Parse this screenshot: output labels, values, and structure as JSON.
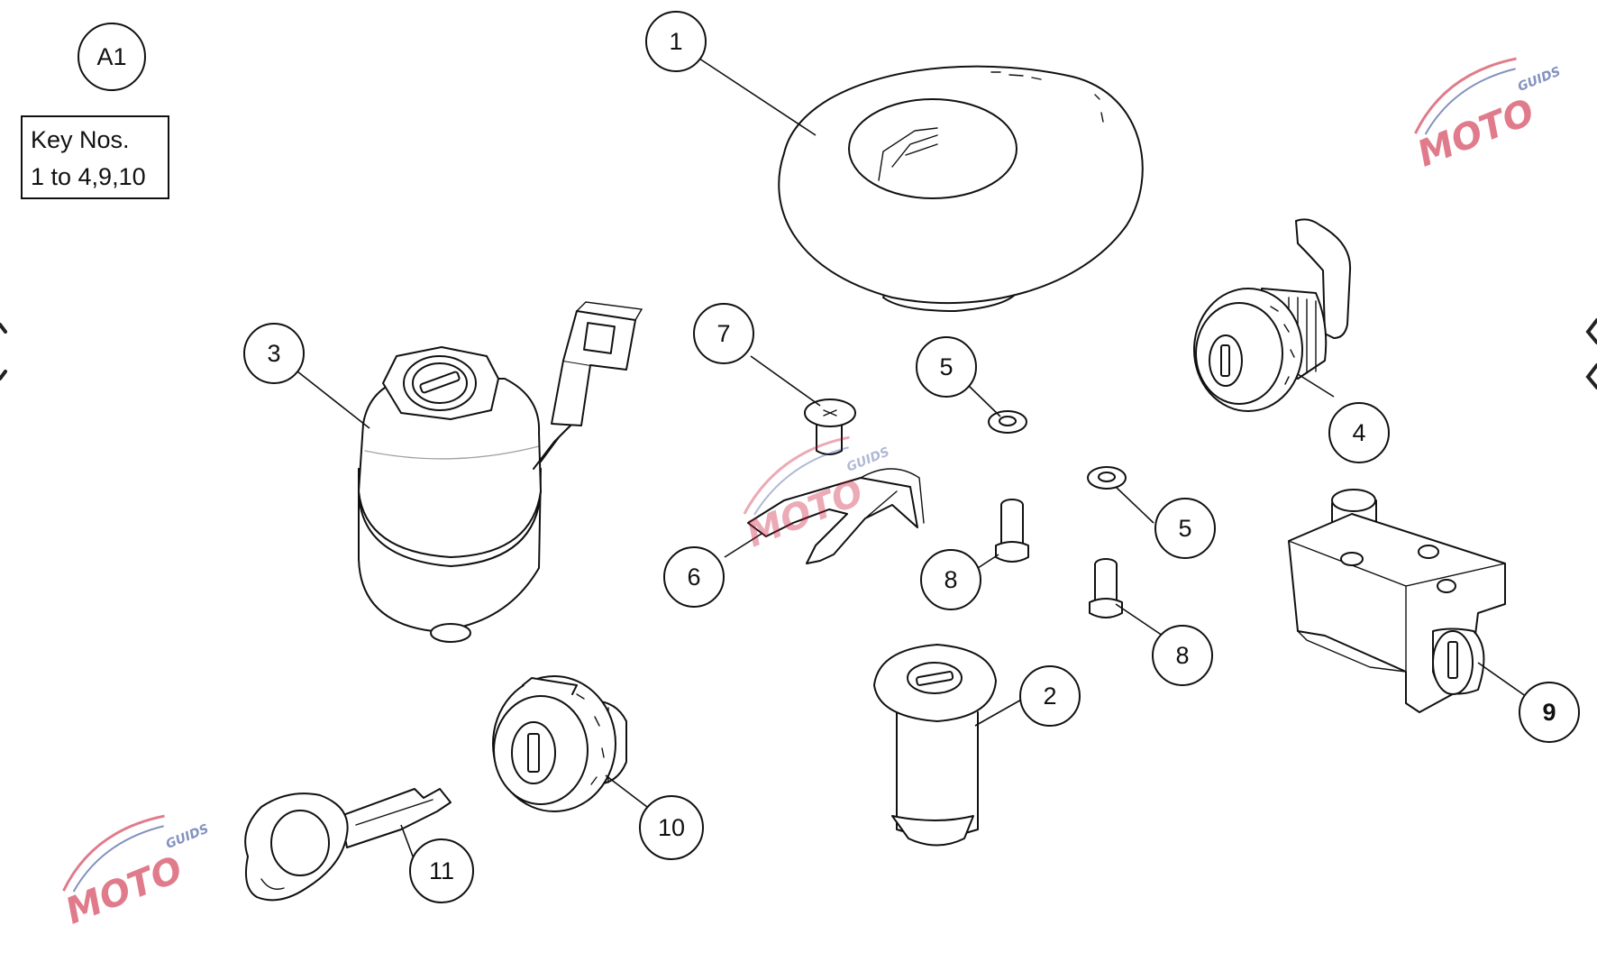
{
  "diagram": {
    "section_label": "A1",
    "key_numbers": {
      "line1": "Key Nos.",
      "line2": "1 to 4,9,10"
    },
    "callouts": [
      {
        "id": "c1",
        "label": "1"
      },
      {
        "id": "c2",
        "label": "2"
      },
      {
        "id": "c3",
        "label": "3"
      },
      {
        "id": "c4",
        "label": "4"
      },
      {
        "id": "c5a",
        "label": "5"
      },
      {
        "id": "c5b",
        "label": "5"
      },
      {
        "id": "c6",
        "label": "6"
      },
      {
        "id": "c7",
        "label": "7"
      },
      {
        "id": "c8a",
        "label": "8"
      },
      {
        "id": "c8b",
        "label": "8"
      },
      {
        "id": "c9",
        "label": "9"
      },
      {
        "id": "c10",
        "label": "10"
      },
      {
        "id": "c11",
        "label": "11"
      }
    ]
  },
  "watermark": {
    "brand": "MOTO",
    "sub": "GUIDS",
    "color_primary": "#c8102e",
    "color_secondary": "#1f3a8a"
  }
}
